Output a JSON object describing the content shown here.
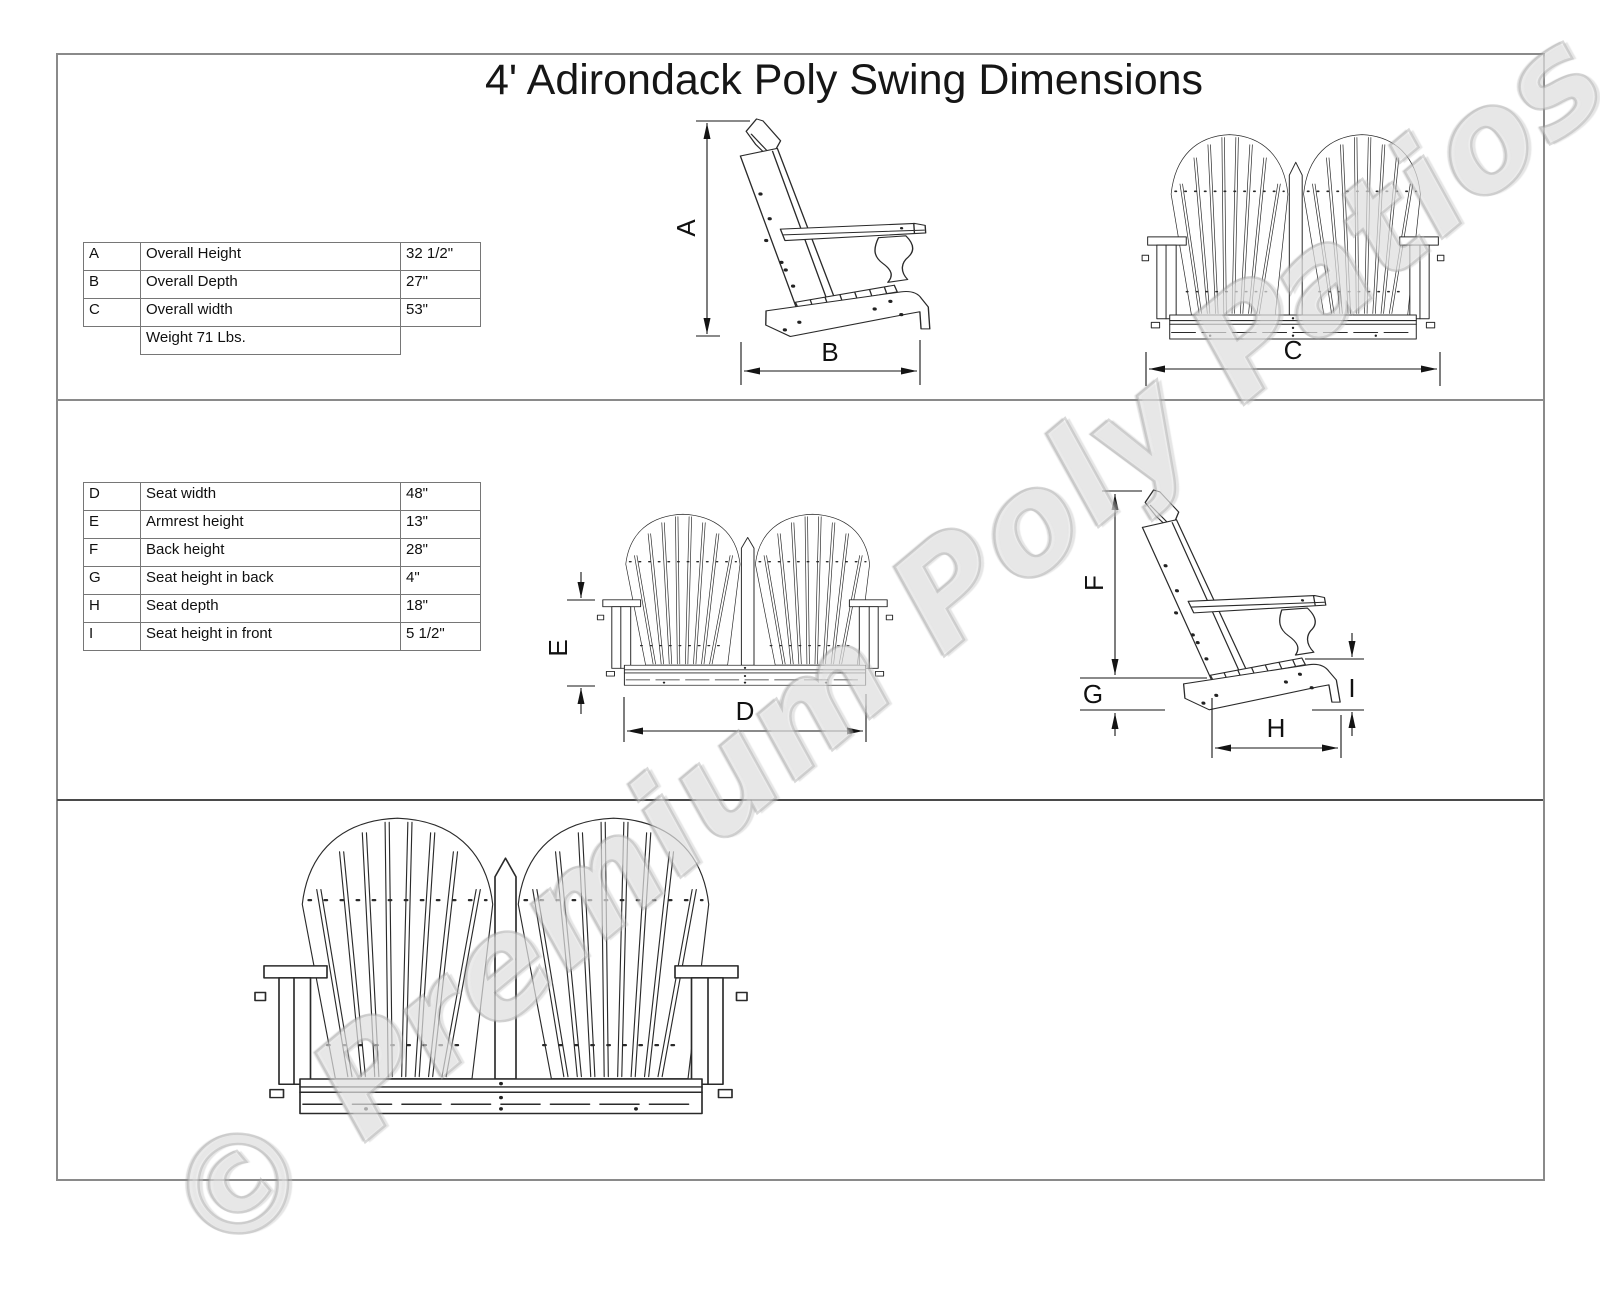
{
  "title": "4' Adirondack Poly Swing Dimensions",
  "watermark": "© Premium Poly Patios",
  "spec_table_overall": {
    "rows": [
      {
        "key": "A",
        "label": "Overall Height",
        "value": "32 1/2\""
      },
      {
        "key": "B",
        "label": "Overall Depth",
        "value": "27\""
      },
      {
        "key": "C",
        "label": "Overall width",
        "value": "53\""
      }
    ],
    "weight_note": "Weight 71 Lbs."
  },
  "spec_table_seat": {
    "rows": [
      {
        "key": "D",
        "label": "Seat width",
        "value": "48\""
      },
      {
        "key": "E",
        "label": "Armrest height",
        "value": "13\""
      },
      {
        "key": "F",
        "label": "Back height",
        "value": "28\""
      },
      {
        "key": "G",
        "label": "Seat height in back",
        "value": "4\""
      },
      {
        "key": "H",
        "label": "Seat depth",
        "value": "18\""
      },
      {
        "key": "I",
        "label": "Seat height in front",
        "value": "5 1/2\""
      }
    ]
  },
  "dimension_labels": {
    "a": "A",
    "b": "B",
    "c": "C",
    "d": "D",
    "e": "E",
    "f": "F",
    "g": "G",
    "h": "H",
    "i": "I"
  },
  "colors": {
    "line": "#2a2a2a",
    "dim_line": "#141414",
    "table_border": "#767676",
    "border": "#8a8a8a",
    "watermark": "#c4c4c4"
  }
}
